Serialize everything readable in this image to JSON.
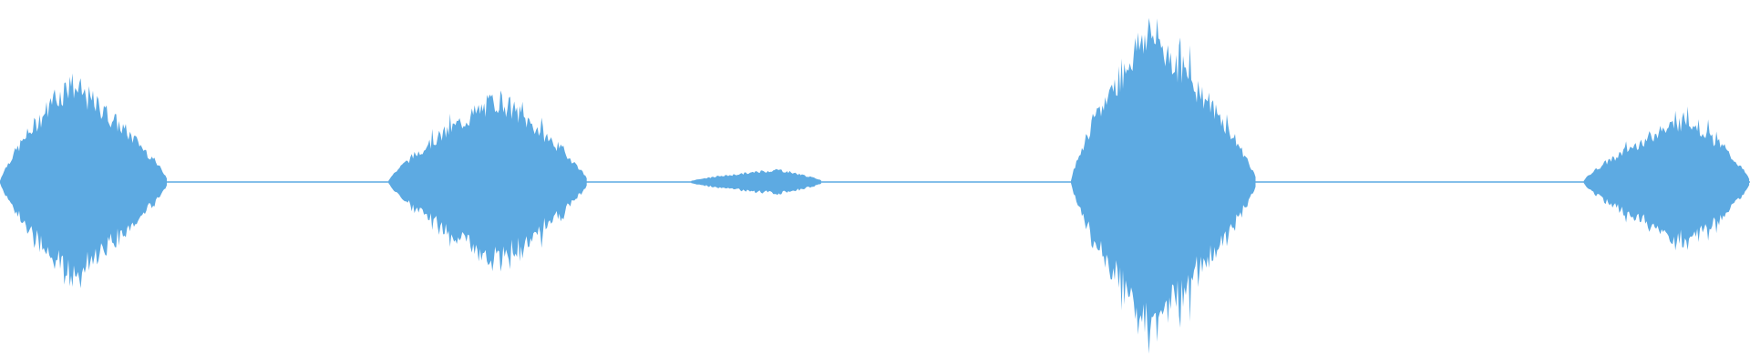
{
  "waveform": {
    "color": "#5DAAE2",
    "background": "#FFFFFF",
    "bursts": [
      {
        "start": 0.0,
        "end": 0.096,
        "peak": 0.31,
        "peak_at": 0.04
      },
      {
        "start": 0.222,
        "end": 0.336,
        "peak": 0.26,
        "peak_at": 0.285
      },
      {
        "start": 0.395,
        "end": 0.47,
        "peak": 0.035,
        "peak_at": 0.445
      },
      {
        "start": 0.612,
        "end": 0.718,
        "peak": 0.48,
        "peak_at": 0.656
      },
      {
        "start": 0.905,
        "end": 1.0,
        "peak": 0.2,
        "peak_at": 0.965
      }
    ]
  }
}
